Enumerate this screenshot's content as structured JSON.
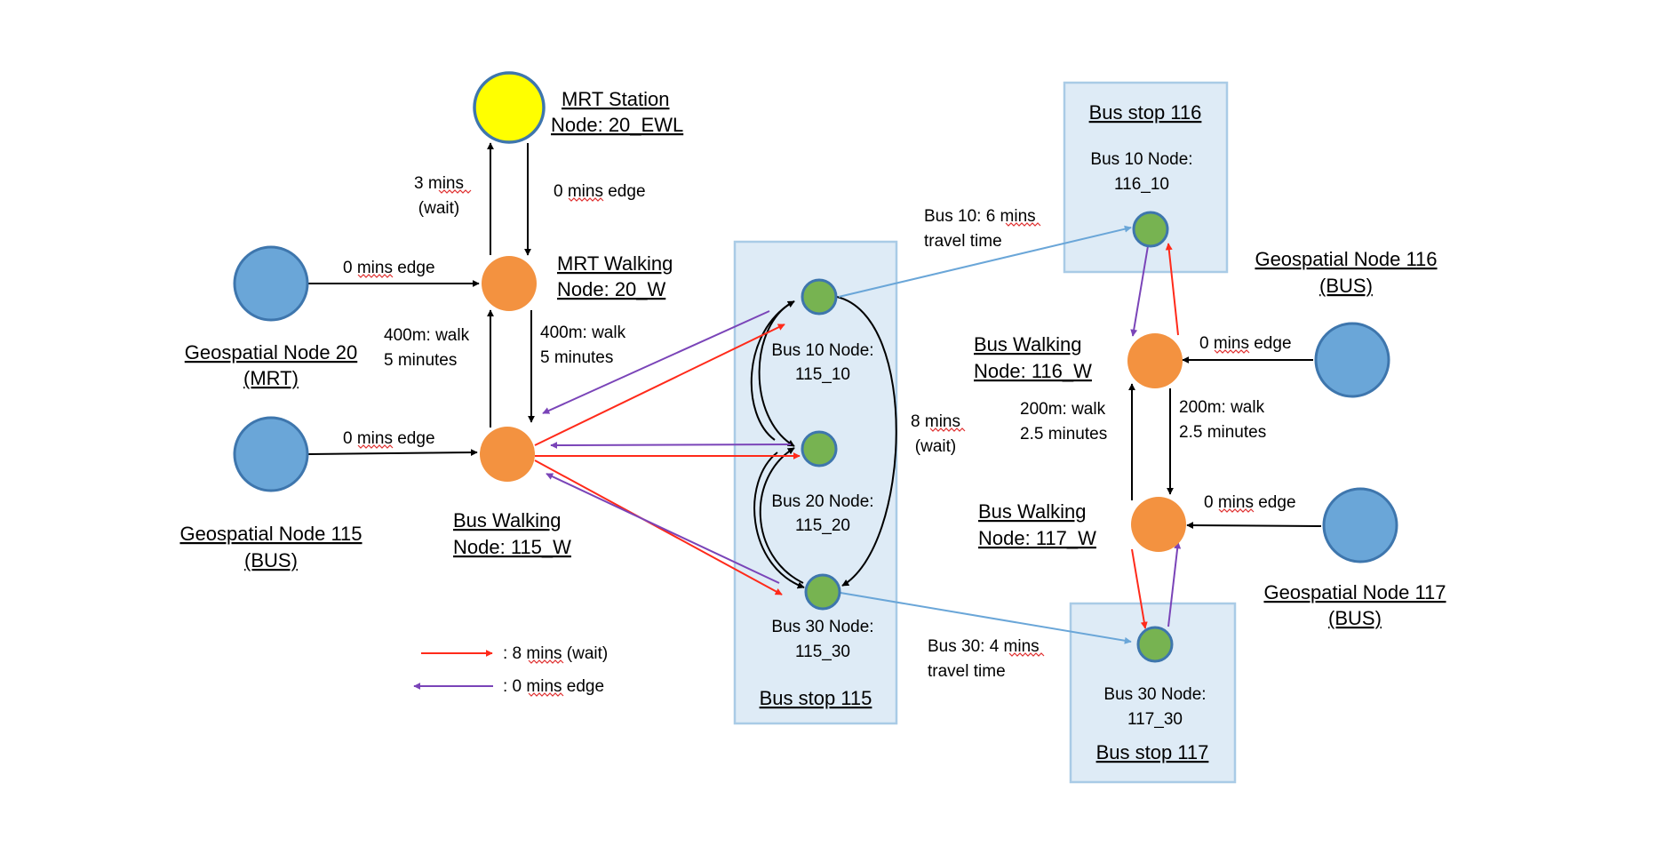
{
  "nodes": {
    "mrt_station": {
      "title": "MRT Station",
      "node": "Node: 20_EWL"
    },
    "mrt_walking": {
      "title": "MRT Walking",
      "node": "Node: 20_W"
    },
    "geo20": {
      "title": "Geospatial Node 20",
      "type": "(MRT)"
    },
    "geo115": {
      "title": "Geospatial Node 115",
      "type": "(BUS)"
    },
    "bus_walking_115": {
      "title": "Bus Walking",
      "node": "Node: 115_W"
    },
    "bus10_115": {
      "title": "Bus 10 Node:",
      "id": "115_10"
    },
    "bus20_115": {
      "title": "Bus 20 Node:",
      "id": "115_20"
    },
    "bus30_115": {
      "title": "Bus 30 Node:",
      "id": "115_30"
    },
    "bus10_116": {
      "title": "Bus 10 Node:",
      "id": "116_10"
    },
    "bus30_117": {
      "title": "Bus 30 Node:",
      "id": "117_30"
    },
    "geo116": {
      "title": "Geospatial Node 116",
      "type": "(BUS)"
    },
    "geo117": {
      "title": "Geospatial Node 117",
      "type": "(BUS)"
    },
    "bus_walking_116": {
      "title": "Bus Walking",
      "node": "Node: 116_W"
    },
    "bus_walking_117": {
      "title": "Bus Walking",
      "node": "Node: 117_W"
    }
  },
  "stops": {
    "stop115": "Bus stop 115",
    "stop116": "Bus stop 116",
    "stop117": "Bus stop 117"
  },
  "edges": {
    "wait3_a": "3 mins",
    "wait3_b": "(wait)",
    "zero_mrt": "0 mins edge",
    "zero_geo20": "0 mins edge",
    "zero_geo115": "0 mins edge",
    "walk400_up_a": "400m: walk",
    "walk400_up_b": "5 minutes",
    "walk400_down_a": "400m: walk",
    "walk400_down_b": "5 minutes",
    "wait8_a": "8 mins",
    "wait8_b": "(wait)",
    "bus10_travel_a": "Bus 10: 6 mins",
    "bus10_travel_b": "travel time",
    "bus30_travel_a": "Bus 30: 4 mins",
    "bus30_travel_b": "travel time",
    "zero_geo116": "0 mins edge",
    "zero_geo117": "0 mins edge",
    "walk200_up_a": "200m: walk",
    "walk200_up_b": "2.5 minutes",
    "walk200_down_a": "200m: walk",
    "walk200_down_b": "2.5 minutes"
  },
  "legend": {
    "red": ": 8 mins (wait)",
    "purple": ": 0 mins edge"
  },
  "colors": {
    "red_edge": "#ff2a1a",
    "purple_edge": "#7a44b8",
    "blue_edge": "#6aa6d8",
    "black_edge": "#000000"
  }
}
